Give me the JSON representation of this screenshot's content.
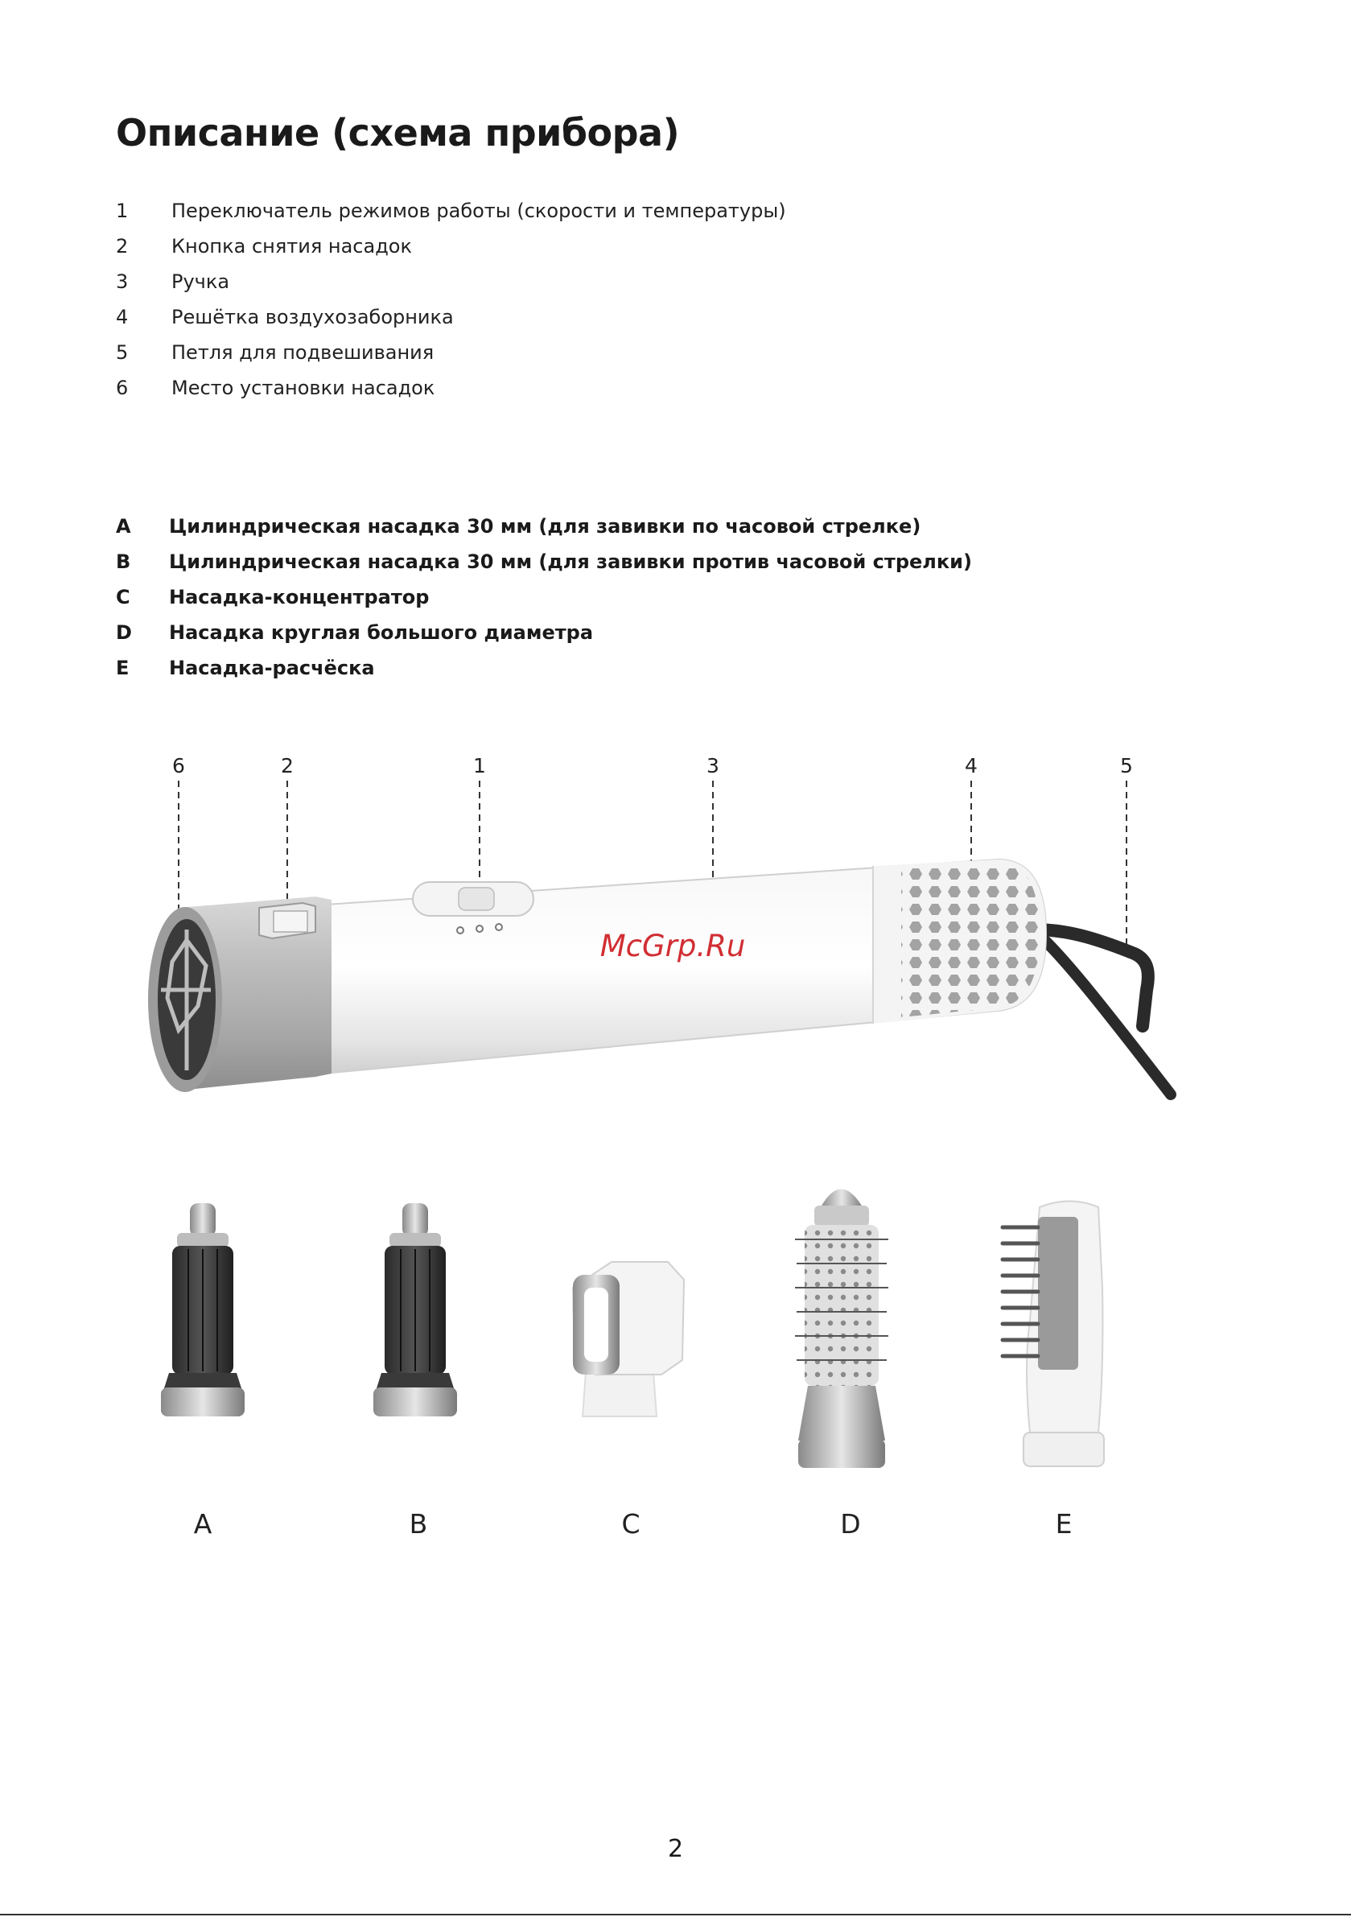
{
  "title": "Описание (схема прибора)",
  "parts": [
    {
      "num": "1",
      "text": "Переключатель режимов работы (скорости и температуры)"
    },
    {
      "num": "2",
      "text": "Кнопка снятия насадок"
    },
    {
      "num": "3",
      "text": "Ручка"
    },
    {
      "num": "4",
      "text": "Решётка воздухозаборника"
    },
    {
      "num": "5",
      "text": "Петля для подвешивания"
    },
    {
      "num": "6",
      "text": "Место установки насадок"
    }
  ],
  "attachments": [
    {
      "letter": "A",
      "text": "Цилиндрическая насадка 30 мм (для завивки по часовой стрелке)"
    },
    {
      "letter": "B",
      "text": "Цилиндрическая насадка 30 мм (для завивки против часовой стрелки)"
    },
    {
      "letter": "C",
      "text": "Насадка-концентратор"
    },
    {
      "letter": "D",
      "text": "Насадка круглая большого диаметра"
    },
    {
      "letter": "E",
      "text": "Насадка-расчёска"
    }
  ],
  "diagram": {
    "callouts": [
      "6",
      "2",
      "1",
      "3",
      "4",
      "5"
    ],
    "attachment_labels": [
      "A",
      "B",
      "C",
      "D",
      "E"
    ],
    "watermark": "McGrp.Ru"
  },
  "page_number": "2"
}
